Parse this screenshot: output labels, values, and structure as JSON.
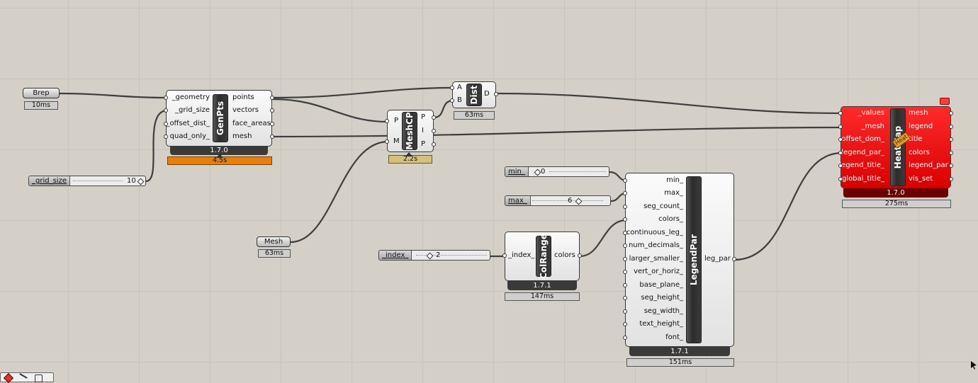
{
  "brep": {
    "label": "Brep",
    "time": "10ms"
  },
  "mesh_param": {
    "label": "Mesh",
    "time": "63ms"
  },
  "grid_slider": {
    "label": "_grid_size",
    "value": "10"
  },
  "index_slider": {
    "label": "_index_",
    "value": "2"
  },
  "min_slider": {
    "label": "min_",
    "value": "0"
  },
  "max_slider": {
    "label": "max_",
    "value": "6"
  },
  "genpts": {
    "name": "GenPts",
    "inputs": [
      "_geometry",
      "_grid_size",
      "_offset_dist_",
      "quad_only_"
    ],
    "outputs": [
      "points",
      "vectors",
      "face_areas",
      "mesh"
    ],
    "version": "1.7.0",
    "time": "4.5s"
  },
  "meshcp": {
    "name": "MeshCP",
    "inputs": [
      "P",
      "M"
    ],
    "outputs": [
      "P",
      "I",
      "P"
    ],
    "time": "2.2s"
  },
  "dist": {
    "name": "Dist",
    "inputs": [
      "A",
      "B"
    ],
    "outputs": [
      "D"
    ],
    "time": "63ms"
  },
  "colrange": {
    "name": "ColRange",
    "inputs": [
      "_index_"
    ],
    "outputs": [
      "colors"
    ],
    "version": "1.7.1",
    "time": "147ms"
  },
  "legendpar": {
    "name": "LegendPar",
    "inputs": [
      "min_",
      "max_",
      "seg_count_",
      "colors_",
      "continuous_leg_",
      "num_decimals_",
      "larger_smaller_",
      "vert_or_horiz_",
      "base_plane_",
      "seg_height_",
      "seg_width_",
      "text_height_",
      "font_"
    ],
    "outputs": [
      "leg_par"
    ],
    "version": "1.7.1",
    "time": "151ms"
  },
  "heatmap": {
    "name": "HeatMap",
    "badge": "Heat",
    "inputs": [
      "_values",
      "_mesh",
      "offset_dom_",
      "legend_par_",
      "legend_title_",
      "global_title_"
    ],
    "outputs": [
      "mesh",
      "legend",
      "title",
      "colors",
      "legend_par",
      "vis_set"
    ],
    "version": "1.7.0",
    "time": "275ms",
    "status_color": "#e00000"
  }
}
